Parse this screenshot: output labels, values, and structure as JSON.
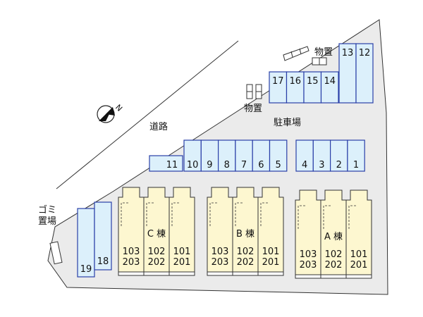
{
  "labels": {
    "road": "道路",
    "parking": "駐車場",
    "storage": "物置",
    "garbage_line1": "ゴミ",
    "garbage_line2": "置場",
    "compass": "N"
  },
  "parking": {
    "row_top_right": [
      "13",
      "12"
    ],
    "row_top": [
      "17",
      "16",
      "15",
      "14"
    ],
    "row_middle": [
      "11",
      "10",
      "9",
      "8",
      "7",
      "6",
      "5"
    ],
    "row_right": [
      "4",
      "3",
      "2",
      "1"
    ],
    "row_left": [
      "19",
      "18"
    ]
  },
  "buildings": [
    {
      "name": "C 棟",
      "upper": [
        "103",
        "102",
        "101"
      ],
      "lower": [
        "203",
        "202",
        "201"
      ]
    },
    {
      "name": "B 棟",
      "upper": [
        "103",
        "102",
        "101"
      ],
      "lower": [
        "203",
        "202",
        "201"
      ]
    },
    {
      "name": "A 棟",
      "upper": [
        "103",
        "102",
        "101"
      ],
      "lower": [
        "203",
        "202",
        "201"
      ]
    }
  ],
  "colors": {
    "lot": "#ebebeb",
    "parking_fill": "#dcf0fb",
    "parking_stroke": "#2a3fa8",
    "building_fill": "#fdf7d0",
    "outline": "#333333"
  }
}
